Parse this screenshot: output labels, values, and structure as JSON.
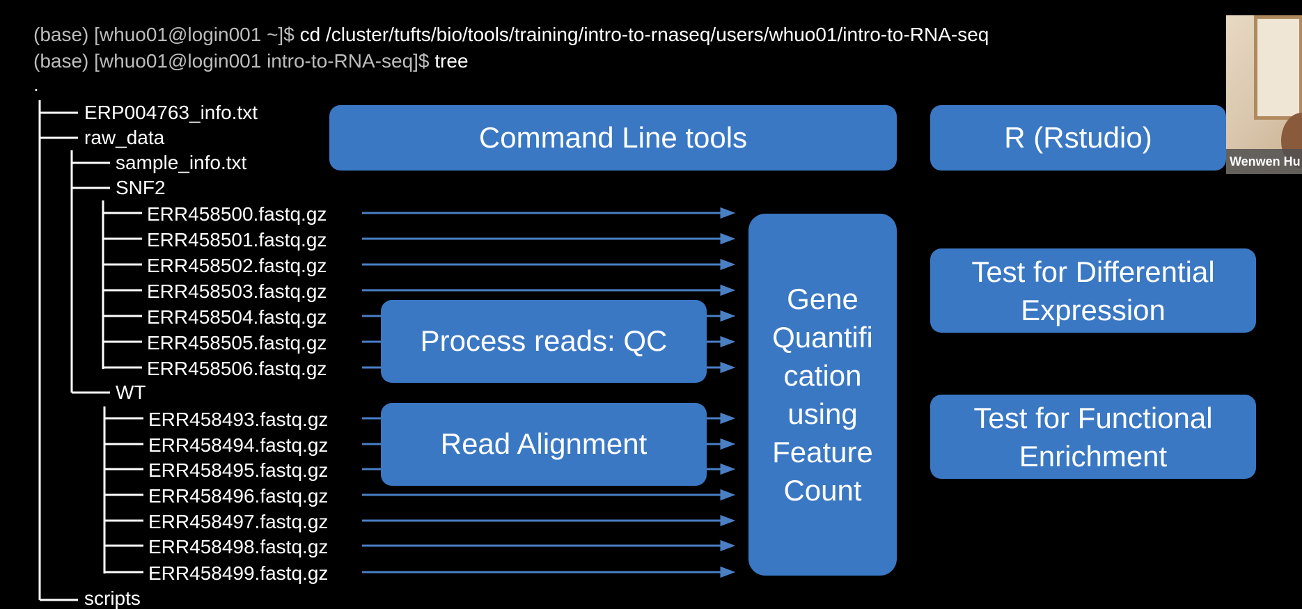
{
  "terminal": {
    "line1": {
      "prompt": "(base) [whuo01@login001 ~]$ ",
      "command": "cd /cluster/tufts/bio/tools/training/intro-to-rnaseq/users/whuo01/intro-to-RNA-seq"
    },
    "line2": {
      "prompt": "(base) [whuo01@login001 intro-to-RNA-seq]$ ",
      "command": "tree"
    },
    "root": "."
  },
  "tree": {
    "info_file": "ERP004763_info.txt",
    "raw_data": "raw_data",
    "sample_info": "sample_info.txt",
    "snf2": "SNF2",
    "snf2_files": [
      "ERR458500.fastq.gz",
      "ERR458501.fastq.gz",
      "ERR458502.fastq.gz",
      "ERR458503.fastq.gz",
      "ERR458504.fastq.gz",
      "ERR458505.fastq.gz",
      "ERR458506.fastq.gz"
    ],
    "wt": "WT",
    "wt_files": [
      "ERR458493.fastq.gz",
      "ERR458494.fastq.gz",
      "ERR458495.fastq.gz",
      "ERR458496.fastq.gz",
      "ERR458497.fastq.gz",
      "ERR458498.fastq.gz",
      "ERR458499.fastq.gz"
    ],
    "scripts": "scripts"
  },
  "boxes": {
    "command_line_tools": "Command Line tools",
    "r_studio": "R (Rstudio)",
    "process_reads": "Process reads: QC",
    "read_alignment": "Read Alignment",
    "gene_quant_lines": [
      "Gene",
      "Quantifi",
      "cation",
      "using",
      "Feature",
      "Count"
    ],
    "diff_expr_lines": [
      "Test for Differential",
      "Expression"
    ],
    "func_enrich_lines": [
      "Test for Functional",
      "Enrichment"
    ]
  },
  "webcam": {
    "name": "Wenwen Hu"
  },
  "colors": {
    "box_fill": "#3a78c4",
    "arrow": "#4a7fc4",
    "background": "#000000"
  }
}
